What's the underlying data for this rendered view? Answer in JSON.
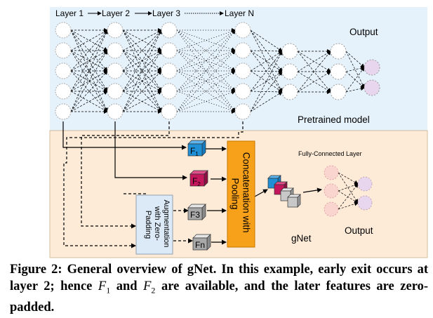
{
  "diagram": {
    "layer_labels": [
      "Layer 1",
      "Layer 2",
      "Layer 3",
      "Layer N"
    ],
    "output_top": "Output",
    "pretrained_model": "Pretrained model",
    "fully_connected_layer": "Fully-Connected Layer",
    "output_bottom": "Output",
    "gnet": "gNet",
    "augmentation_box": "Augmentation with Zero-Padding",
    "concat_box": "Concatenation with Pooling",
    "features": [
      {
        "name": "F",
        "sub": "1",
        "color": "#1f8fd6"
      },
      {
        "name": "F",
        "sub": "2",
        "color": "#c3165c"
      },
      {
        "name": "F3",
        "sub": "",
        "color": "#a8a8a8"
      },
      {
        "name": "Fn",
        "sub": "",
        "color": "#a8a8a8"
      }
    ],
    "colors": {
      "pretrained_bg": "#e6f2fb",
      "gnet_bg": "#fdebd8",
      "concat_box": "#f7a01a",
      "augmentation_box": "#dce9f6",
      "output_node": "#e8d6ef",
      "fc_node": "#fad4cf"
    }
  },
  "caption": {
    "lead": "Figure 2: General overview of gNet. In this example, early exit occurs at layer 2; hence ",
    "f1_var": "F",
    "f1_sub": "1",
    "and": " and ",
    "f2_var": "F",
    "f2_sub": "2",
    "tail": " are available, and the later features are zero-padded."
  }
}
